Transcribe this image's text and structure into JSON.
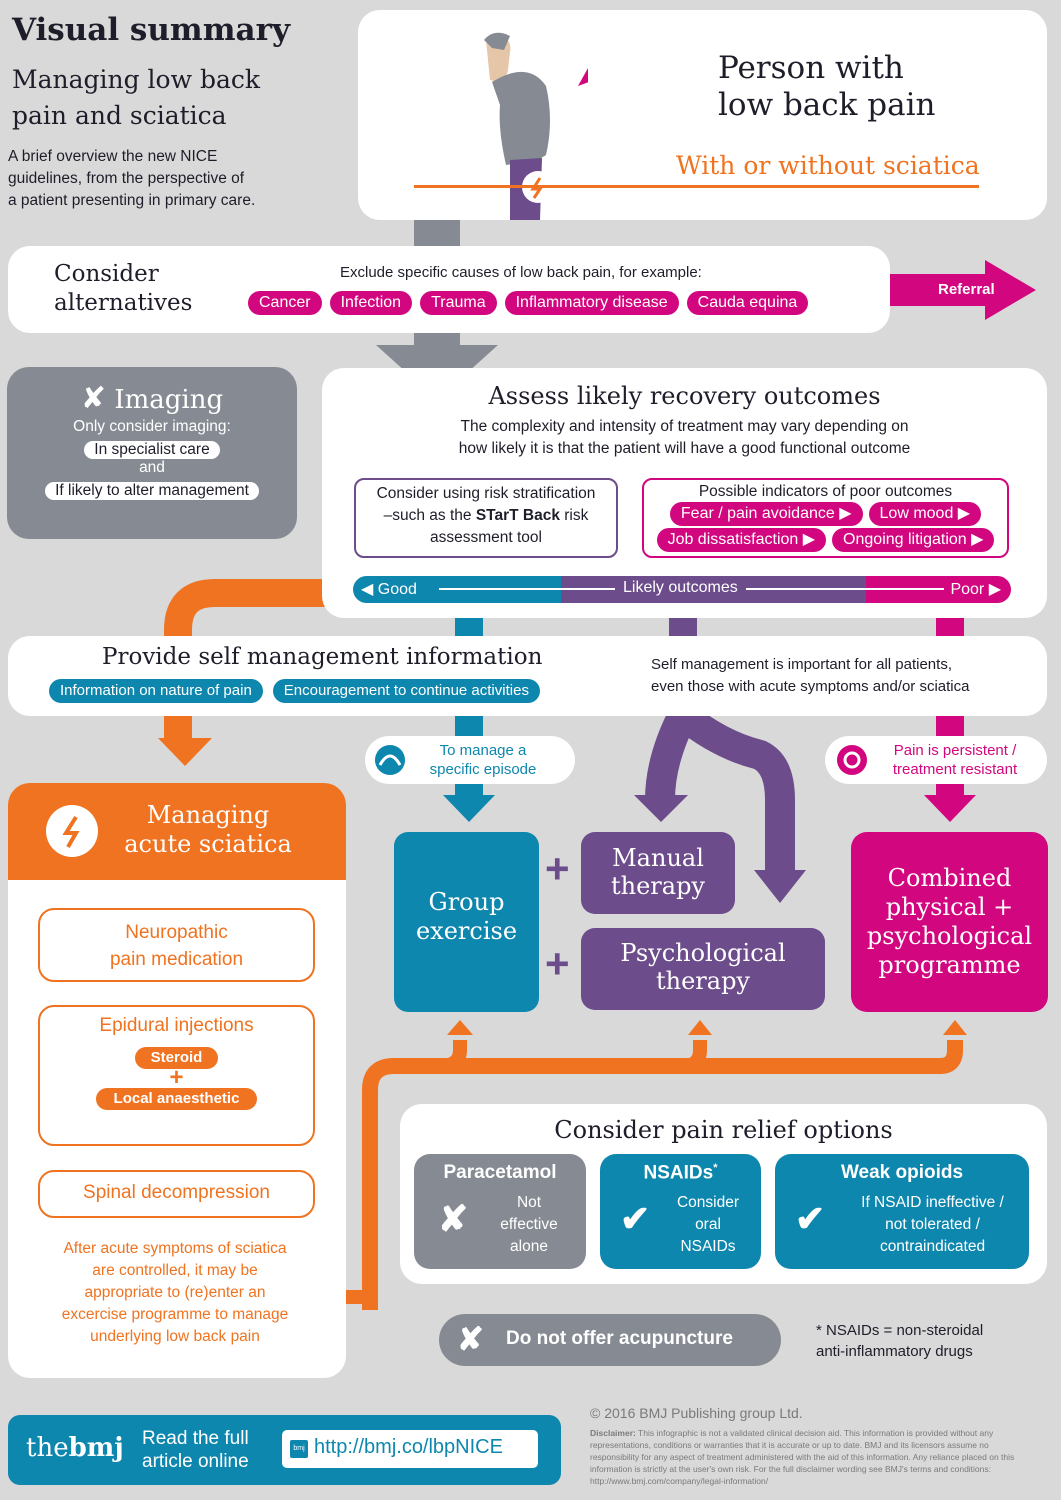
{
  "header": {
    "label": "Visual summary",
    "title_line1": "Managing low back",
    "title_line2": "pain and sciatica",
    "intro_line1": "A brief overview the new NICE",
    "intro_line2": "guidelines, from the perspective of",
    "intro_line3": "a patient presenting in primary care."
  },
  "patient": {
    "title_line1": "Person with",
    "title_line2": "low back pain",
    "subtitle": "With or without sciatica"
  },
  "alternatives": {
    "title_line1": "Consider",
    "title_line2": "alternatives",
    "instruction": "Exclude specific causes of low back pain, for example:",
    "causes": [
      "Cancer",
      "Infection",
      "Trauma",
      "Inflammatory disease",
      "Cauda equina"
    ],
    "referral_label": "Referral"
  },
  "imaging": {
    "title": "Imaging",
    "subtitle": "Only consider imaging:",
    "condition1": "In specialist care",
    "joiner": "and",
    "condition2": "If likely to alter management"
  },
  "assess": {
    "title": "Assess likely recovery outcomes",
    "desc_line1": "The complexity and intensity of treatment may vary depending on",
    "desc_line2": "how likely it is that the patient will have a good functional outcome",
    "risk_line1": "Consider using risk stratification",
    "risk_line2_pre": "–such as the ",
    "risk_tool": "STarT Back",
    "risk_line2_post": " risk",
    "risk_line3": "assessment tool",
    "indicators_title": "Possible indicators of poor outcomes",
    "indicators": [
      "Fear / pain avoidance ▶",
      "Low mood ▶",
      "Job dissatisfaction ▶",
      "Ongoing litigation ▶"
    ],
    "scale_good": "◀ Good",
    "scale_mid": "Likely outcomes",
    "scale_poor": "Poor ▶"
  },
  "self_management": {
    "title": "Provide self management information",
    "items": [
      "Information on nature of pain",
      "Encouragement to continue activities"
    ],
    "note_line1": "Self management is important for all patients,",
    "note_line2": "even those with acute symptoms and/or sciatica"
  },
  "pathways": {
    "episode_line1": "To manage a",
    "episode_line2": "specific episode",
    "persistent_line1": "Pain is persistent /",
    "persistent_line2": "treatment resistant"
  },
  "treatments": {
    "group_exercise_line1": "Group",
    "group_exercise_line2": "exercise",
    "plus": "+",
    "manual_line1": "Manual",
    "manual_line2": "therapy",
    "psych_line1": "Psychological",
    "psych_line2": "therapy",
    "combined_line1": "Combined",
    "combined_line2": "physical +",
    "combined_line3": "psychological",
    "combined_line4": "programme"
  },
  "sciatica": {
    "title_line1": "Managing",
    "title_line2": "acute sciatica",
    "neuro_line1": "Neuropathic",
    "neuro_line2": "pain medication",
    "epidural_title": "Epidural injections",
    "steroid": "Steroid",
    "plus": "+",
    "anaesthetic": "Local anaesthetic",
    "decompression": "Spinal decompression",
    "note_line1": "After acute symptoms of sciatica",
    "note_line2": "are controlled, it may be",
    "note_line3": "appropriate to (re)enter an",
    "note_line4": "excercise programme to manage",
    "note_line5": "underlying low back pain"
  },
  "pain_relief": {
    "title": "Consider pain relief options",
    "options": [
      {
        "name": "Paracetamol",
        "icon": "cross-icon",
        "line1": "Not",
        "line2": "effective",
        "line3": "alone"
      },
      {
        "name": "NSAIDs",
        "sup": "*",
        "icon": "check-icon",
        "line1": "Consider",
        "line2": "oral",
        "line3": "NSAIDs"
      },
      {
        "name": "Weak opioids",
        "icon": "check-icon",
        "line1": "If NSAID ineffective /",
        "line2": "not tolerated  /",
        "line3": "contraindicated"
      }
    ]
  },
  "acupuncture": {
    "label": "Do not offer acupuncture",
    "footnote_line1": "* NSAIDs = non-steroidal",
    "footnote_line2": "anti-inflammatory drugs"
  },
  "footer": {
    "logo_the": "the",
    "logo_bmj": "bmj",
    "read_line1": "Read the full",
    "read_line2": "article online",
    "url_badge": "bmj",
    "url": "http://bmj.co/lbpNICE",
    "copyright": "© 2016 BMJ Publishing group Ltd.",
    "disclaimer_label": "Disclaimer:",
    "disclaimer": " This infographic is not a validated clinical decision aid. This information is provided without any representations, conditions or warranties that it is accurate or up to date. BMJ and its licensors assume no responsibility for any aspect of treatment administered with the aid of this information. Any reliance placed on this information is strictly at the user's own risk. For the full disclaimer wording see BMJ's terms and conditions: http://www.bmj.com/company/legal-information/"
  },
  "colors": {
    "background": "#d9d9d9",
    "magenta": "#d2077f",
    "teal": "#0e87ae",
    "purple": "#6c4c8a",
    "orange": "#ef7320",
    "grey": "#868b93"
  }
}
